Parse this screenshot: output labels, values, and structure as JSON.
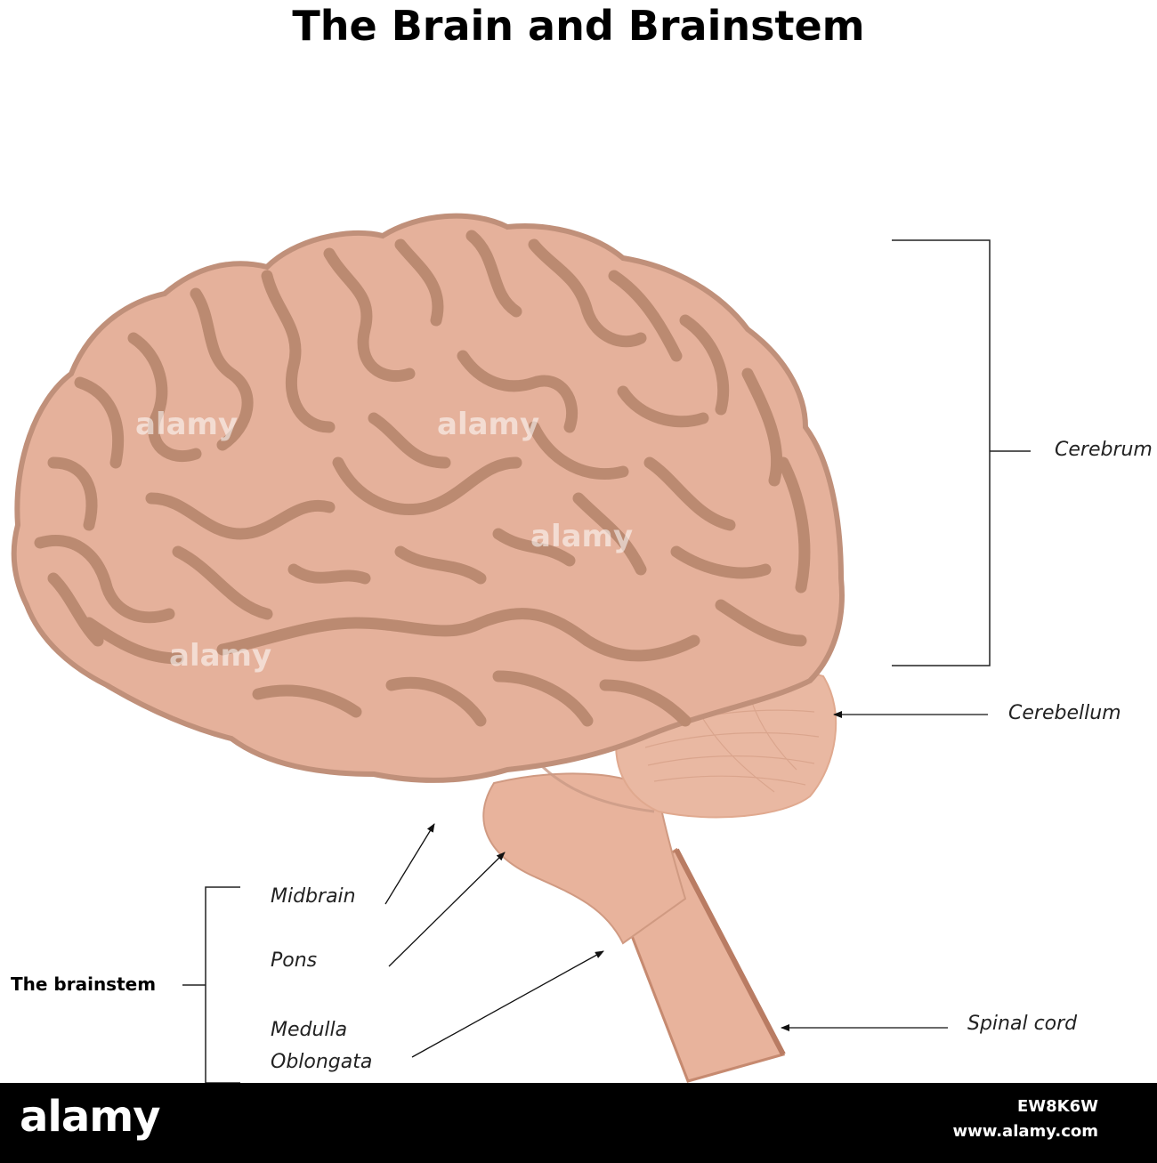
{
  "title": "The Brain and Brainstem",
  "labels": {
    "cerebrum": "Cerebrum",
    "cerebellum": "Cerebellum",
    "midbrain": "Midbrain",
    "pons": "Pons",
    "medulla_line1": "Medulla",
    "medulla_line2": "Oblongata",
    "spinal_cord": "Spinal cord",
    "brainstem": "The brainstem"
  },
  "watermark": {
    "brand": "alamy",
    "image_id": "EW8K6W",
    "url": "www.alamy.com"
  },
  "colors": {
    "cortex_fill": "#e5b19b",
    "sulcus_stroke": "#bb8a71",
    "outline": "#c0907a",
    "stem_fill": "#e8b39c",
    "stem_edge": "#c68a70",
    "cerebellum_fill": "#e9b8a2",
    "footer_bg": "#000000"
  }
}
